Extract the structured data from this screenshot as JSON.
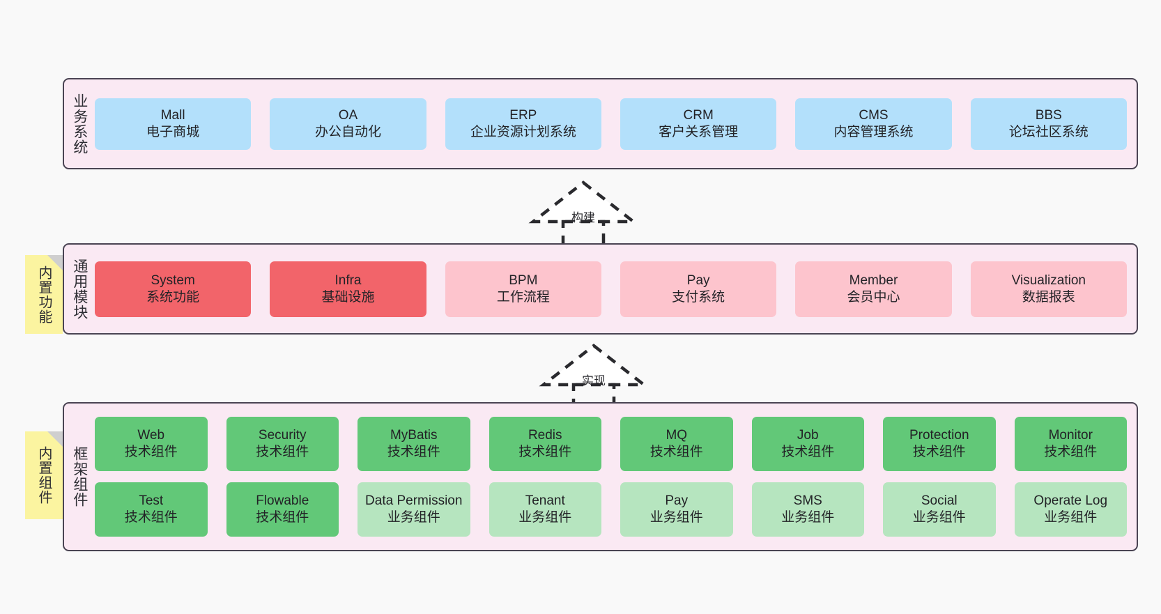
{
  "layers": [
    {
      "id": "business",
      "title": "业务系统",
      "rows": [
        [
          {
            "name": "Mall",
            "sub": "电子商城",
            "color": "#b3e0fb"
          },
          {
            "name": "OA",
            "sub": "办公自动化",
            "color": "#b3e0fb"
          },
          {
            "name": "ERP",
            "sub": "企业资源计划系统",
            "color": "#b3e0fb"
          },
          {
            "name": "CRM",
            "sub": "客户关系管理",
            "color": "#b3e0fb"
          },
          {
            "name": "CMS",
            "sub": "内容管理系统",
            "color": "#b3e0fb"
          },
          {
            "name": "BBS",
            "sub": "论坛社区系统",
            "color": "#b3e0fb"
          }
        ]
      ]
    },
    {
      "id": "common",
      "title": "通用模块",
      "rows": [
        [
          {
            "name": "System",
            "sub": "系统功能",
            "color": "#f2646a"
          },
          {
            "name": "Infra",
            "sub": "基础设施",
            "color": "#f2646a"
          },
          {
            "name": "BPM",
            "sub": "工作流程",
            "color": "#fdc4cd"
          },
          {
            "name": "Pay",
            "sub": "支付系统",
            "color": "#fdc4cd"
          },
          {
            "name": "Member",
            "sub": "会员中心",
            "color": "#fdc4cd"
          },
          {
            "name": "Visualization",
            "sub": "数据报表",
            "color": "#fdc4cd"
          }
        ]
      ]
    },
    {
      "id": "frame",
      "title": "框架组件",
      "rows": [
        [
          {
            "name": "Web",
            "sub": "技术组件",
            "color": "#62c878"
          },
          {
            "name": "Security",
            "sub": "技术组件",
            "color": "#62c878"
          },
          {
            "name": "MyBatis",
            "sub": "技术组件",
            "color": "#62c878"
          },
          {
            "name": "Redis",
            "sub": "技术组件",
            "color": "#62c878"
          },
          {
            "name": "MQ",
            "sub": "技术组件",
            "color": "#62c878"
          },
          {
            "name": "Job",
            "sub": "技术组件",
            "color": "#62c878"
          },
          {
            "name": "Protection",
            "sub": "技术组件",
            "color": "#62c878"
          },
          {
            "name": "Monitor",
            "sub": "技术组件",
            "color": "#62c878"
          }
        ],
        [
          {
            "name": "Test",
            "sub": "技术组件",
            "color": "#62c878"
          },
          {
            "name": "Flowable",
            "sub": "技术组件",
            "color": "#62c878"
          },
          {
            "name": "Data Permission",
            "sub": "业务组件",
            "color": "#b6e5bf"
          },
          {
            "name": "Tenant",
            "sub": "业务组件",
            "color": "#b6e5bf"
          },
          {
            "name": "Pay",
            "sub": "业务组件",
            "color": "#b6e5bf"
          },
          {
            "name": "SMS",
            "sub": "业务组件",
            "color": "#b6e5bf"
          },
          {
            "name": "Social",
            "sub": "业务组件",
            "color": "#b6e5bf"
          },
          {
            "name": "Operate Log",
            "sub": "业务组件",
            "color": "#b6e5bf"
          }
        ]
      ]
    }
  ],
  "notes": [
    {
      "id": "function",
      "label": "内置功能"
    },
    {
      "id": "component",
      "label": "内置组件"
    }
  ],
  "arrows": [
    {
      "id": "build",
      "label": "构建"
    },
    {
      "id": "impl",
      "label": "实现"
    }
  ],
  "colors": {
    "canvas": "#f9f9f9",
    "layer_fill": "#fae9f3",
    "layer_border": "#4a4453",
    "note_fill": "#fbf4a0",
    "note_fold": "#cfcfcf",
    "business_card": "#b3e0fb",
    "common_core_card": "#f2646a",
    "common_card": "#fdc4cd",
    "tech_card": "#62c878",
    "biz_card": "#b6e5bf",
    "text": "#222226",
    "arrow_stroke": "#2a2a2e"
  }
}
